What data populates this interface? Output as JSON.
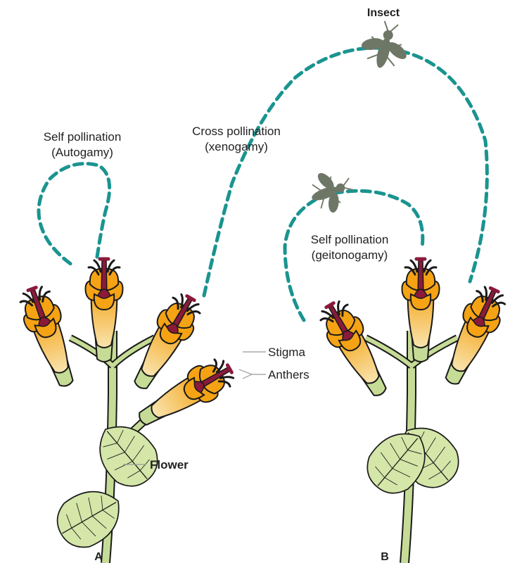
{
  "labels": {
    "insect": "Insect",
    "cross_line1": "Cross pollination",
    "cross_line2": "(xenogamy)",
    "self_auto_line1": "Self pollination",
    "self_auto_line2": "(Autogamy)",
    "self_geito_line1": "Self pollination",
    "self_geito_line2": "(geitonogamy)",
    "stigma": "Stigma",
    "anthers": "Anthers",
    "flower": "Flower",
    "plant_a": "A",
    "plant_b": "B"
  },
  "colors": {
    "path": "#1a9490",
    "petal": "#f5a314",
    "petal_outline": "#1a1a1a",
    "style": "#8b1a3a",
    "stem": "#c6dc96",
    "leaf": "#d4e6a8",
    "insect": "#6e7766"
  }
}
